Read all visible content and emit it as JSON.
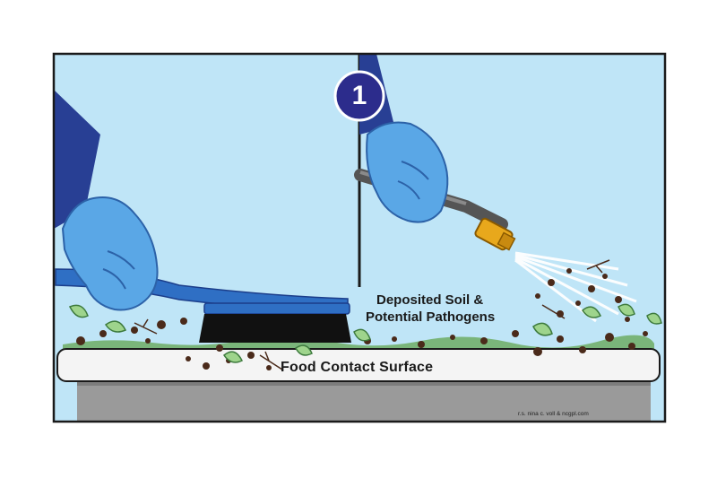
{
  "step": {
    "number": "1"
  },
  "labels": {
    "deposit_line1": "Deposited Soil &",
    "deposit_line2": "Potential Pathogens",
    "surface": "Food Contact Surface",
    "credit": "r.s. nina c. voll & ncgpl.com"
  },
  "colors": {
    "sky": "#bfe5f7",
    "glove": "#5aa7e6",
    "sleeve": "#283f94",
    "brush_handle": "#2f6fc4",
    "bristles": "#111111",
    "surface": "#f4f4f4",
    "table_base": "#9a9a9a",
    "soil": "#4a2a1a",
    "leaf": "#9ed48c",
    "grass": "#7ab57a",
    "nozzle": "#e8a81c",
    "badge": "#2c2c8c"
  },
  "icons": [
    "brush-icon",
    "hose-nozzle-icon",
    "glove-hand-icon",
    "leaf-icon"
  ]
}
